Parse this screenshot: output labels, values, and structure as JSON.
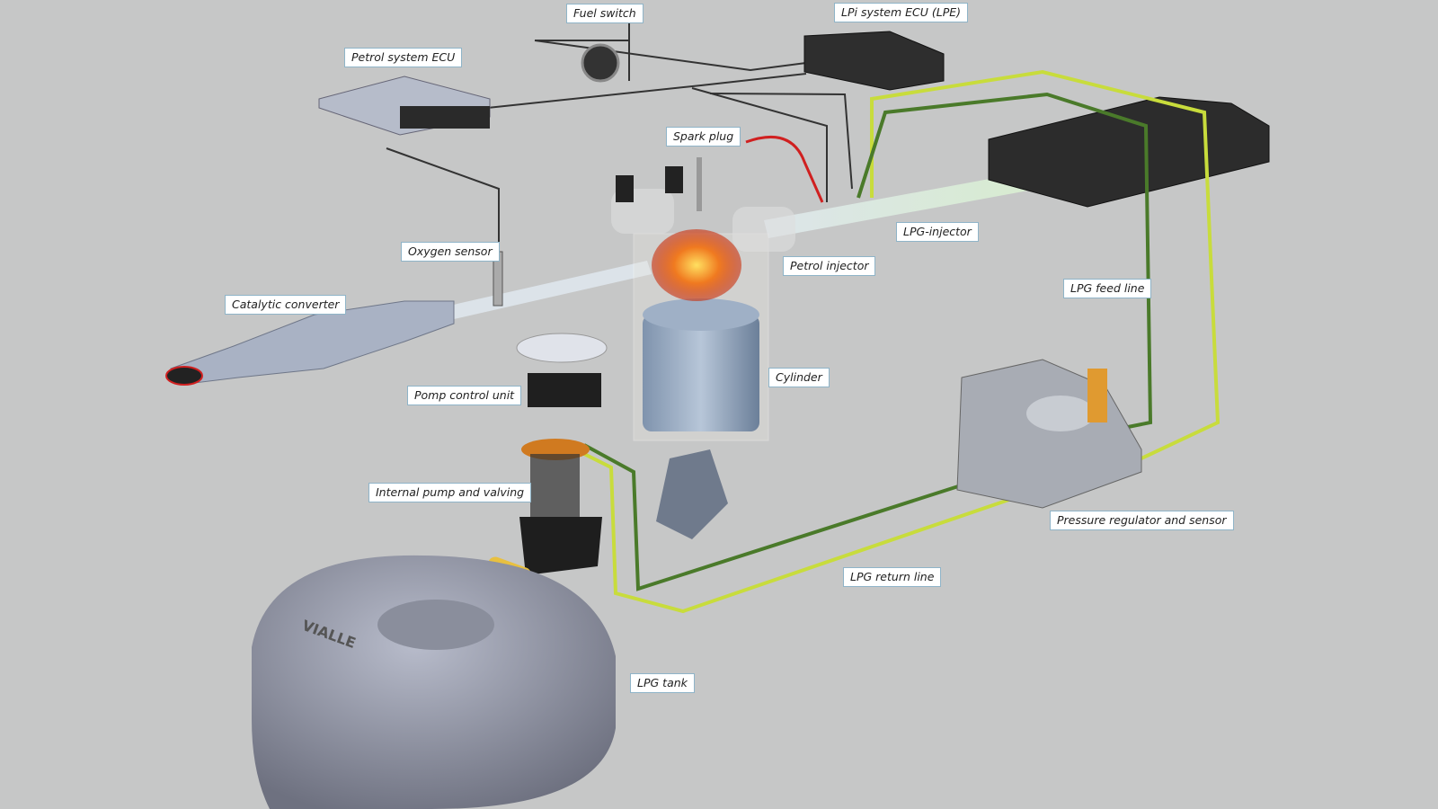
{
  "labels": {
    "fuel_switch": "Fuel switch",
    "lpi_ecu": "LPi system ECU (LPE)",
    "petrol_ecu": "Petrol system ECU",
    "spark_plug": "Spark plug",
    "oxygen_sensor": "Oxygen sensor",
    "lpg_injector": "LPG-injector",
    "petrol_injector": "Petrol injector",
    "catalytic_converter": "Catalytic converter",
    "lpg_feed_line": "LPG feed line",
    "cylinder": "Cylinder",
    "pump_control_unit": "Pomp control unit",
    "internal_pump": "Internal pump and valving",
    "pressure_regulator": "Pressure regulator and sensor",
    "lpg_return_line": "LPG return line",
    "lpg_tank": "LPG tank"
  },
  "tank_logo": "VIALLE",
  "colors": {
    "background": "#c6c7c7",
    "feed_line": "#c8dc3c",
    "return_line": "#4a7a2a",
    "label_border": "#8fb4c8"
  }
}
